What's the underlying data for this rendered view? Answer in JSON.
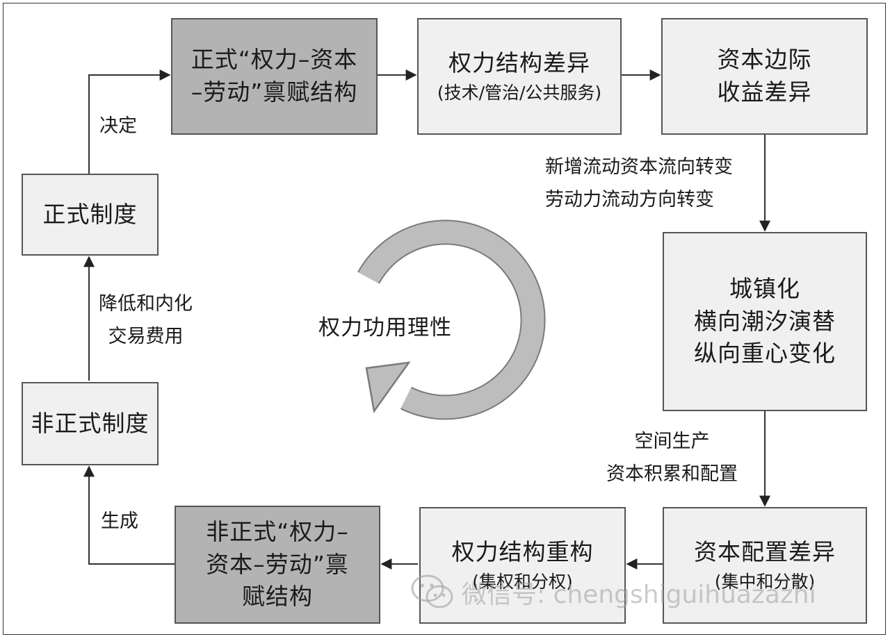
{
  "boxes": {
    "formal_structure": {
      "line1": "正式“权力–资本",
      "line2": "–劳动”禀赋结构"
    },
    "power_diff": {
      "line1": "权力结构差异",
      "sub": "(技术/管治/公共服务)"
    },
    "capital_margin": {
      "line1": "资本边际",
      "line2": "收益差异"
    },
    "urbanization": {
      "line1": "城镇化",
      "line2": "横向潮汐演替",
      "line3": "纵向重心变化"
    },
    "capital_alloc": {
      "line1": "资本配置差异",
      "sub": "(集中和分散)"
    },
    "power_restructure": {
      "line1": "权力结构重构",
      "sub": "(集权和分权)"
    },
    "informal_structure": {
      "line1": "非正式“权力–",
      "line2": "资本–劳动”禀",
      "line3": "赋结构"
    },
    "informal_institution": {
      "line1": "非正式制度"
    },
    "formal_institution": {
      "line1": "正式制度"
    }
  },
  "labels": {
    "decide": "决定",
    "flow_line1": "新增流动资本流向转变",
    "flow_line2": "劳动力流动方向转变",
    "space_line1": "空间生产",
    "space_line2": "资本积累和配置",
    "generate": "生成",
    "reduce_line1": "降低和内化",
    "reduce_line2": "交易费用"
  },
  "center": {
    "label": "权力功用理性"
  },
  "watermark": {
    "text": "微信号: chengshiguihuazazhi"
  },
  "colors": {
    "box_fill": "#f0f0f0",
    "box_dark_fill": "#b3b3b3",
    "arrow": "#333333",
    "cycle_arrow_fill": "#bdbdbd"
  }
}
